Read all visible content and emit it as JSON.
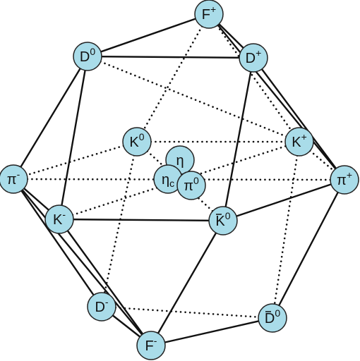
{
  "colors": {
    "node_fill": "#a9dce9",
    "node_stroke": "#222222",
    "edge": "#111111",
    "background": "#ffffff"
  },
  "nodes": [
    {
      "id": "Fp",
      "base": "F",
      "sup": "+",
      "sub": "",
      "bar": false
    },
    {
      "id": "D0",
      "base": "D",
      "sup": "0",
      "sub": "",
      "bar": false
    },
    {
      "id": "Dp",
      "base": "D",
      "sup": "+",
      "sub": "",
      "bar": false
    },
    {
      "id": "K0",
      "base": "K",
      "sup": "0",
      "sub": "",
      "bar": false
    },
    {
      "id": "Kp",
      "base": "K",
      "sup": "+",
      "sub": "",
      "bar": false
    },
    {
      "id": "eta",
      "base": "η",
      "sup": "",
      "sub": "",
      "bar": false
    },
    {
      "id": "etac",
      "base": "η",
      "sup": "",
      "sub": "c",
      "bar": false
    },
    {
      "id": "pi0",
      "base": "π",
      "sup": "0",
      "sub": "",
      "bar": false
    },
    {
      "id": "pim",
      "base": "π",
      "sup": "-",
      "sub": "",
      "bar": false
    },
    {
      "id": "pip",
      "base": "π",
      "sup": "+",
      "sub": "",
      "bar": false
    },
    {
      "id": "Km",
      "base": "K",
      "sup": "-",
      "sub": "",
      "bar": false
    },
    {
      "id": "K0b",
      "base": "K",
      "sup": "0",
      "sub": "",
      "bar": true
    },
    {
      "id": "Dm",
      "base": "D",
      "sup": "-",
      "sub": "",
      "bar": false
    },
    {
      "id": "D0b",
      "base": "D",
      "sup": "0",
      "sub": "",
      "bar": true
    },
    {
      "id": "Fm",
      "base": "F",
      "sup": "-",
      "sub": "",
      "bar": false
    }
  ],
  "edges": [
    {
      "from": "D0",
      "to": "Fp",
      "style": "solid"
    },
    {
      "from": "D0",
      "to": "Dp",
      "style": "solid"
    },
    {
      "from": "Fp",
      "to": "Dp",
      "style": "solid"
    },
    {
      "from": "D0",
      "to": "pim",
      "style": "solid"
    },
    {
      "from": "D0",
      "to": "Km",
      "style": "solid"
    },
    {
      "from": "Dp",
      "to": "K0b",
      "style": "solid"
    },
    {
      "from": "Dp",
      "to": "pip",
      "style": "solid"
    },
    {
      "from": "Fp",
      "to": "pip",
      "style": "solid"
    },
    {
      "from": "Km",
      "to": "K0b",
      "style": "solid"
    },
    {
      "from": "K0b",
      "to": "pip",
      "style": "solid"
    },
    {
      "from": "pim",
      "to": "Km",
      "style": "solid"
    },
    {
      "from": "pim",
      "to": "Fm",
      "style": "solid"
    },
    {
      "from": "Km",
      "to": "Fm",
      "style": "solid"
    },
    {
      "from": "K0b",
      "to": "Fm",
      "style": "solid"
    },
    {
      "from": "Fm",
      "to": "D0b",
      "style": "solid"
    },
    {
      "from": "D0b",
      "to": "pip",
      "style": "solid"
    },
    {
      "from": "pim",
      "to": "Dm",
      "style": "solid"
    },
    {
      "from": "Dm",
      "to": "Fm",
      "style": "solid"
    },
    {
      "from": "Fp",
      "to": "K0",
      "style": "dotted"
    },
    {
      "from": "Fp",
      "to": "Kp",
      "style": "dotted"
    },
    {
      "from": "D0",
      "to": "Kp",
      "style": "dotted"
    },
    {
      "from": "K0",
      "to": "Kp",
      "style": "dotted"
    },
    {
      "from": "K0",
      "to": "pim",
      "style": "dotted"
    },
    {
      "from": "Kp",
      "to": "pip",
      "style": "dotted"
    },
    {
      "from": "pim",
      "to": "pip",
      "style": "dotted"
    },
    {
      "from": "Km",
      "to": "Kp",
      "style": "dotted"
    },
    {
      "from": "K0",
      "to": "K0b",
      "style": "dotted"
    },
    {
      "from": "K0",
      "to": "Dm",
      "style": "dotted"
    },
    {
      "from": "Kp",
      "to": "D0b",
      "style": "dotted"
    },
    {
      "from": "Dm",
      "to": "D0b",
      "style": "dotted"
    }
  ]
}
